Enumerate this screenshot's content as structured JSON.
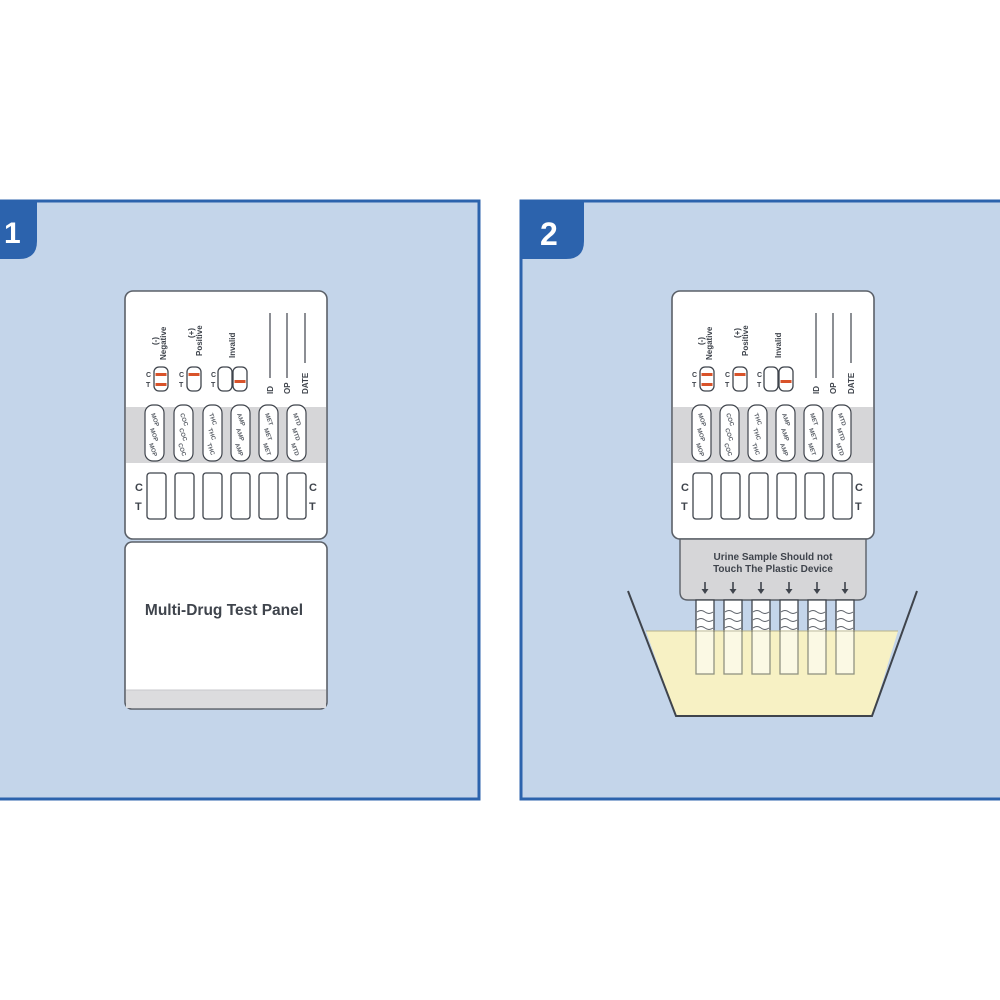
{
  "steps": [
    {
      "number": "1"
    },
    {
      "number": "2",
      "notice": [
        "Urine Sample Should not",
        "Touch The Plastic Device"
      ]
    }
  ],
  "card": {
    "legend": {
      "negative_sign": "(-)",
      "negative": "Negative",
      "positive_sign": "(+)",
      "positive": "Positive",
      "invalid": "Invalid",
      "c": "C",
      "t": "T"
    },
    "fields": [
      "ID",
      "OP",
      "DATE"
    ],
    "strip_codes": [
      [
        "MOP",
        "MOP",
        "MOP"
      ],
      [
        "COC",
        "COC",
        "COC"
      ],
      [
        "THC",
        "THC",
        "THC"
      ],
      [
        "AMP",
        "AMP",
        "AMP"
      ],
      [
        "MET",
        "MET",
        "MET"
      ],
      [
        "MTD",
        "MTD",
        "MTD"
      ]
    ],
    "window_c": "C",
    "window_t": "T",
    "cover_title": "Multi-Drug Test Panel"
  },
  "colors": {
    "panel_bg": "#c4d5ea",
    "panel_border": "#2c63ad",
    "badge": "#2c63ad",
    "card": "#ffffff",
    "card_outline": "#5b6068",
    "label_band": "#d6d6d8",
    "result_line": "#d9532a",
    "urine": "#f7f1c4",
    "cup_rim": "#3f444c"
  }
}
